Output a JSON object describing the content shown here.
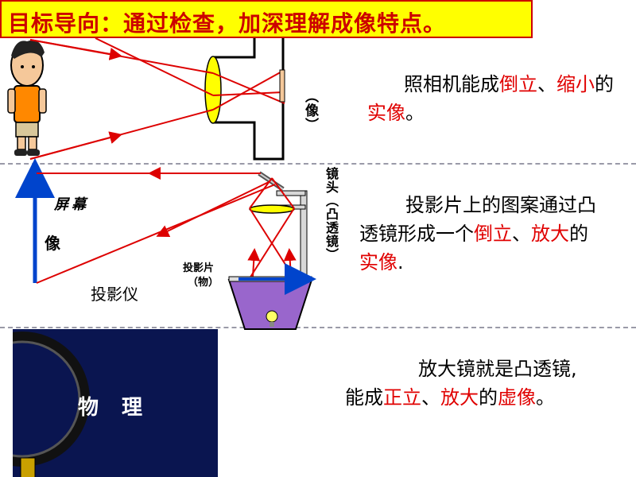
{
  "title": "目标导向：通过检查，加深理解成像特点。",
  "camera": {
    "image_label": "（像）",
    "desc": [
      {
        "t": "照相机能成",
        "hl": false
      },
      {
        "t": "倒立",
        "hl": true
      },
      {
        "t": "、",
        "hl": false
      },
      {
        "t": "缩小",
        "hl": true
      },
      {
        "t": "的",
        "hl": false
      },
      {
        "t": "实像",
        "hl": true
      },
      {
        "t": "。",
        "hl": false
      }
    ]
  },
  "projector": {
    "lens_label": "镜头（凸透镜）",
    "screen_label": "屏幕",
    "image_label": "像",
    "device_label": "投影仪",
    "slide_label": "投影片",
    "object_label": "（物）",
    "desc": [
      {
        "t": "投影片上的图案通过凸透镜形成一个",
        "hl": false
      },
      {
        "t": "倒立",
        "hl": true
      },
      {
        "t": "、",
        "hl": false
      },
      {
        "t": "放大",
        "hl": true
      },
      {
        "t": "的",
        "hl": false
      },
      {
        "t": "实像",
        "hl": true
      },
      {
        "t": ".",
        "hl": false
      }
    ]
  },
  "magnifier": {
    "book_text": "物 理",
    "desc": [
      {
        "t": "放大镜就是凸透镜",
        "hl": false
      },
      {
        "t": ",",
        "hl": false
      },
      {
        "t": "能成",
        "hl": false
      },
      {
        "t": "正立",
        "hl": true
      },
      {
        "t": "、",
        "hl": false
      },
      {
        "t": "放大",
        "hl": true
      },
      {
        "t": "的",
        "hl": false
      },
      {
        "t": "虚像",
        "hl": true
      },
      {
        "t": "。",
        "hl": false
      }
    ]
  },
  "colors": {
    "ray": "#dd0000",
    "lens": "#ffff00",
    "arrow": "#0044cc",
    "highlight": "#e00000",
    "title_bg": "#ffff00"
  }
}
